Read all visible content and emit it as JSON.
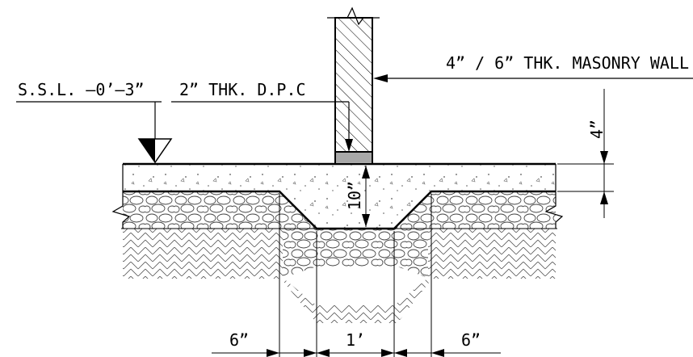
{
  "labels": {
    "wall": "4” / 6” THK. MASONRY WALL",
    "ssl": "S.S.L. –0’–3”",
    "dpc": "2” THK. D.P.C",
    "slab_thickness": "4”",
    "beam_depth": "10”",
    "dim_left": "6”",
    "dim_center": "1’",
    "dim_right": "6”"
  }
}
